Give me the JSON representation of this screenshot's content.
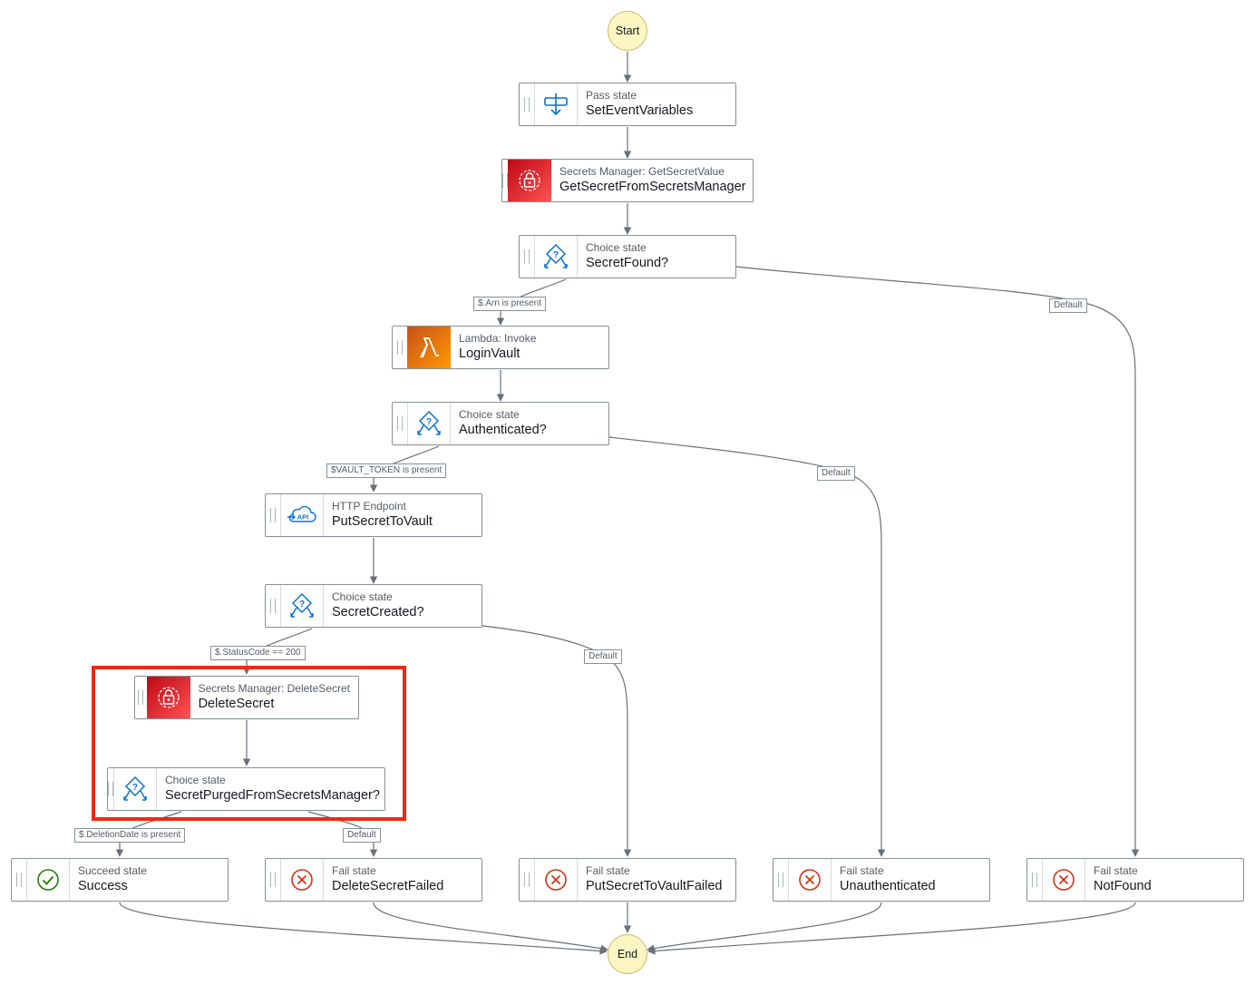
{
  "terminals": {
    "start": "Start",
    "end": "End"
  },
  "nodes": {
    "set_event_variables": {
      "type": "Pass state",
      "name": "SetEventVariables",
      "icon": "pass-state-icon"
    },
    "get_secret": {
      "type": "Secrets Manager: GetSecretValue",
      "name": "GetSecretFromSecretsManager",
      "icon": "secrets-manager-icon"
    },
    "secret_found": {
      "type": "Choice state",
      "name": "SecretFound?",
      "icon": "choice-state-icon"
    },
    "login_vault": {
      "type": "Lambda: Invoke",
      "name": "LoginVault",
      "icon": "lambda-icon"
    },
    "authenticated": {
      "type": "Choice state",
      "name": "Authenticated?",
      "icon": "choice-state-icon"
    },
    "put_secret": {
      "type": "HTTP Endpoint",
      "name": "PutSecretToVault",
      "icon": "http-endpoint-api-icon"
    },
    "secret_created": {
      "type": "Choice state",
      "name": "SecretCreated?",
      "icon": "choice-state-icon"
    },
    "delete_secret": {
      "type": "Secrets Manager: DeleteSecret",
      "name": "DeleteSecret",
      "icon": "secrets-manager-icon"
    },
    "secret_purged": {
      "type": "Choice state",
      "name": "SecretPurgedFromSecretsManager?",
      "icon": "choice-state-icon"
    },
    "success": {
      "type": "Succeed state",
      "name": "Success",
      "icon": "check-circle-icon"
    },
    "delete_failed": {
      "type": "Fail state",
      "name": "DeleteSecretFailed",
      "icon": "x-circle-icon"
    },
    "put_failed": {
      "type": "Fail state",
      "name": "PutSecretToVaultFailed",
      "icon": "x-circle-icon"
    },
    "unauthenticated": {
      "type": "Fail state",
      "name": "Unauthenticated",
      "icon": "x-circle-icon"
    },
    "not_found": {
      "type": "Fail state",
      "name": "NotFound",
      "icon": "x-circle-icon"
    }
  },
  "edge_labels": {
    "arn_present": "$.Arn is present",
    "found_default": "Default",
    "vault_token_present": "$VAULT_TOKEN is present",
    "auth_default": "Default",
    "status_200": "$.StatusCode == 200",
    "created_default": "Default",
    "deletion_date_present": "$.DeletionDate is present",
    "purged_default": "Default"
  },
  "colors": {
    "highlight": "#ef2a13",
    "terminal": "#fdf6c3",
    "edge": "#687078"
  }
}
